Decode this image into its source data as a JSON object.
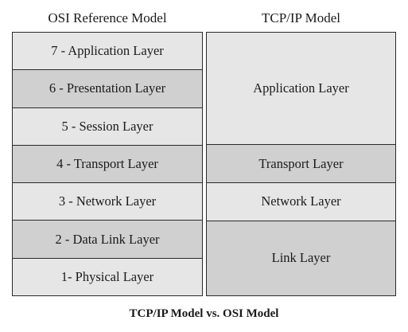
{
  "osi": {
    "title": "OSI Reference Model",
    "layers": [
      {
        "label": "7 - Application Layer",
        "shade": "#e6e6e6"
      },
      {
        "label": "6 - Presentation Layer",
        "shade": "#d0d0d0"
      },
      {
        "label": "5 - Session Layer",
        "shade": "#e6e6e6"
      },
      {
        "label": "4 - Transport Layer",
        "shade": "#d0d0d0"
      },
      {
        "label": "3 - Network Layer",
        "shade": "#e6e6e6"
      },
      {
        "label": "2 - Data Link Layer",
        "shade": "#d0d0d0"
      },
      {
        "label": "1- Physical Layer",
        "shade": "#e6e6e6"
      }
    ]
  },
  "tcpip": {
    "title": "TCP/IP Model",
    "layers": [
      {
        "label": "Application Layer",
        "spans_osi_layers": 3,
        "shade": "#e6e6e6"
      },
      {
        "label": "Transport Layer",
        "spans_osi_layers": 1,
        "shade": "#d0d0d0"
      },
      {
        "label": "Network Layer",
        "spans_osi_layers": 1,
        "shade": "#e6e6e6"
      },
      {
        "label": "Link Layer",
        "spans_osi_layers": 2,
        "shade": "#d0d0d0"
      }
    ]
  },
  "caption": "TCP/IP Model vs. OSI Model"
}
